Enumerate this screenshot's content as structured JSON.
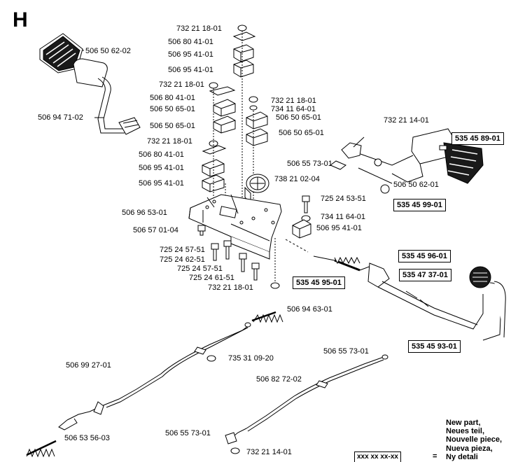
{
  "section": "H",
  "labels": [
    "506 50 62-02",
    "506 94 71-02",
    "732 21 18-01",
    "506 80 41-01",
    "506 95 41-01",
    "506 95 41-01",
    "732 21 18-01",
    "506 80 41-01",
    "506 50 65-01",
    "506 50 65-01",
    "732 21 18-01",
    "506 80 41-01",
    "506 95 41-01",
    "506 95 41-01",
    "732 21 18-01",
    "734 11 64-01",
    "506 50 65-01",
    "506 50 65-01",
    "738 21 02-04",
    "732 21 14-01",
    "506 55 73-01",
    "506 50 62-01",
    "725 24 53-51",
    "734 11 64-01",
    "506 95 41-01",
    "506 96 53-01",
    "506 57 01-04",
    "725 24 57-51",
    "725 24 62-51",
    "725 24 57-51",
    "725 24 61-51",
    "732 21 18-01",
    "506 94 63-01",
    "506 99 27-01",
    "735 31 09-20",
    "506 53 56-03",
    "506 55 73-01",
    "506 82 72-02",
    "506 55 73-01",
    "732 21 14-01"
  ],
  "boxed": [
    "535 45 89-01",
    "535 45 99-01",
    "535 45 96-01",
    "535 47 37-01",
    "535 45 95-01",
    "535 45 93-01"
  ],
  "legend": {
    "box": "xxx xx xx-xx",
    "equals": "=",
    "lines": [
      "New part,",
      "Neues teil,",
      "Nouvelle piece,",
      "Nueva pieza,",
      "Ny detali"
    ]
  }
}
